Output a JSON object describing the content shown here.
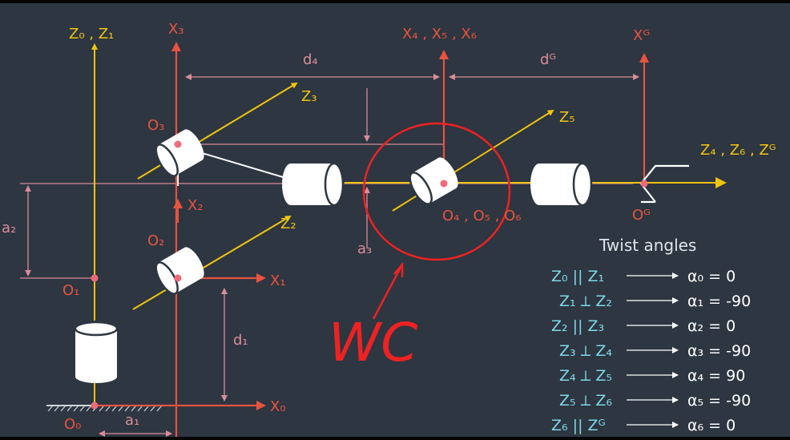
{
  "colors": {
    "background": "#2d3641",
    "yellow": "#f1c40f",
    "red_axis": "#e8533f",
    "pink_dim": "#d98c99",
    "joint_dot": "#ef6b7a",
    "white": "#ffffff",
    "twist_left": "#7fd8e8",
    "annotation": "#ee2222"
  },
  "axes": {
    "z0_z1": "Z₀ , Z₁",
    "x3": "X₃",
    "x4_x5_x6": "X₄ , X₅ , X₆",
    "xg": "Xᴳ",
    "z3": "Z₃",
    "z5": "Z₅",
    "z2": "Z₂",
    "x2": "X₂",
    "x1": "X₁",
    "x0": "X₀",
    "z4_z6_zg": "Z₄ , Z₆ , Zᴳ"
  },
  "origins": {
    "o0": "O₀",
    "o1": "O₁",
    "o2": "O₂",
    "o3": "O₃",
    "o456": "O₄ , O₅ , O₆",
    "og": "Oᴳ"
  },
  "dimensions": {
    "d4": "d₄",
    "dg": "dᴳ",
    "a2": "a₂",
    "a3": "a₃",
    "d1": "d₁",
    "a1": "a₁"
  },
  "annotation": "WC",
  "twist": {
    "title": "Twist angles",
    "rows": [
      {
        "rel": "Z₀ || Z₁",
        "val": "α₀ = 0"
      },
      {
        "rel": "Z₁ ⟂ Z₂",
        "val": "α₁ = -90"
      },
      {
        "rel": "Z₂ || Z₃",
        "val": "α₂ = 0"
      },
      {
        "rel": "Z₃ ⟂ Z₄",
        "val": "α₃ = -90"
      },
      {
        "rel": "Z₄ ⟂ Z₅",
        "val": "α₄ = 90"
      },
      {
        "rel": "Z₅ ⟂ Z₆",
        "val": "α₅ = -90"
      },
      {
        "rel": "Z₆ || Zᴳ",
        "val": "α₆ = 0"
      }
    ]
  }
}
